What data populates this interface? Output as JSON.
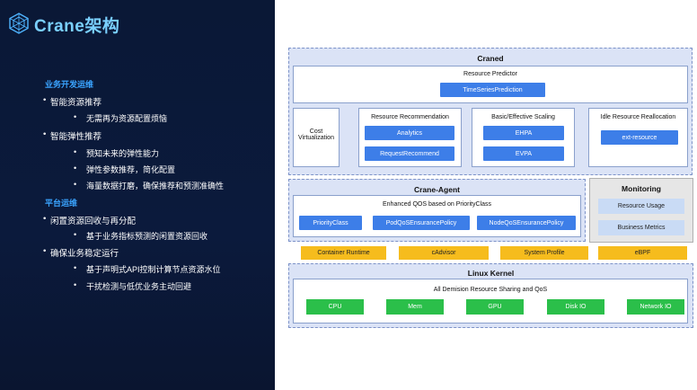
{
  "slide": {
    "title": "Crane架构",
    "sections": [
      {
        "heading": "业务开发运维",
        "items": [
          {
            "text": "智能资源推荐",
            "sub": [
              "无需再为资源配置烦恼"
            ]
          },
          {
            "text": "智能弹性推荐",
            "sub": [
              "预知未来的弹性能力",
              "弹性参数推荐，简化配置",
              "海量数据打磨，确保推荐和预测准确性"
            ]
          }
        ]
      },
      {
        "heading": "平台运维",
        "items": [
          {
            "text": "闲置资源回收与再分配",
            "sub": [
              "基于业务指标预测的闲置资源回收"
            ]
          },
          {
            "text": "确保业务稳定运行",
            "sub": [
              "基于声明式API控制计算节点资源水位",
              "干扰检测与低优业务主动回避"
            ]
          }
        ]
      }
    ]
  },
  "diagram": {
    "craned": {
      "title": "Craned",
      "predictor": {
        "title": "Resource Predictor",
        "button": "TimeSeriesPrediction"
      },
      "cost": "Cost\nVirtualization",
      "recommendation": {
        "title": "Resource Recommendation",
        "buttons": [
          "Analytics",
          "RequestRecommend"
        ]
      },
      "scaling": {
        "title": "Basic/Effective Scaling",
        "buttons": [
          "EHPA",
          "EVPA"
        ]
      },
      "idle": {
        "title": "Idle Resource Reallocation",
        "button": "ext-resource"
      }
    },
    "agent": {
      "title": "Crane-Agent",
      "subtitle": "Enhanced QOS based on PriorityClass",
      "buttons": [
        "PriorityClass",
        "PodQoSEnsurancePolicy",
        "NodeQoSEnsurancePolicy"
      ]
    },
    "monitoring": {
      "title": "Monitoring",
      "items": [
        "Resource Usage",
        "Business Metrics"
      ]
    },
    "collectors": [
      "Container Runtime",
      "cAdvisor",
      "System Profile",
      "eBPF"
    ],
    "kernel": {
      "title": "Linux Kernel",
      "subtitle": "All Demision Resource Sharing and QoS",
      "resources": [
        "CPU",
        "Mem",
        "GPU",
        "Disk IO",
        "Network IO"
      ]
    },
    "colors": {
      "blue": "#3d7ee8",
      "green": "#2bbf4a",
      "yellow": "#f6bc1d",
      "lavender": "#dbe3f6",
      "title_cyan": "#7ad0ff",
      "heading_blue": "#3aa4ff"
    }
  }
}
